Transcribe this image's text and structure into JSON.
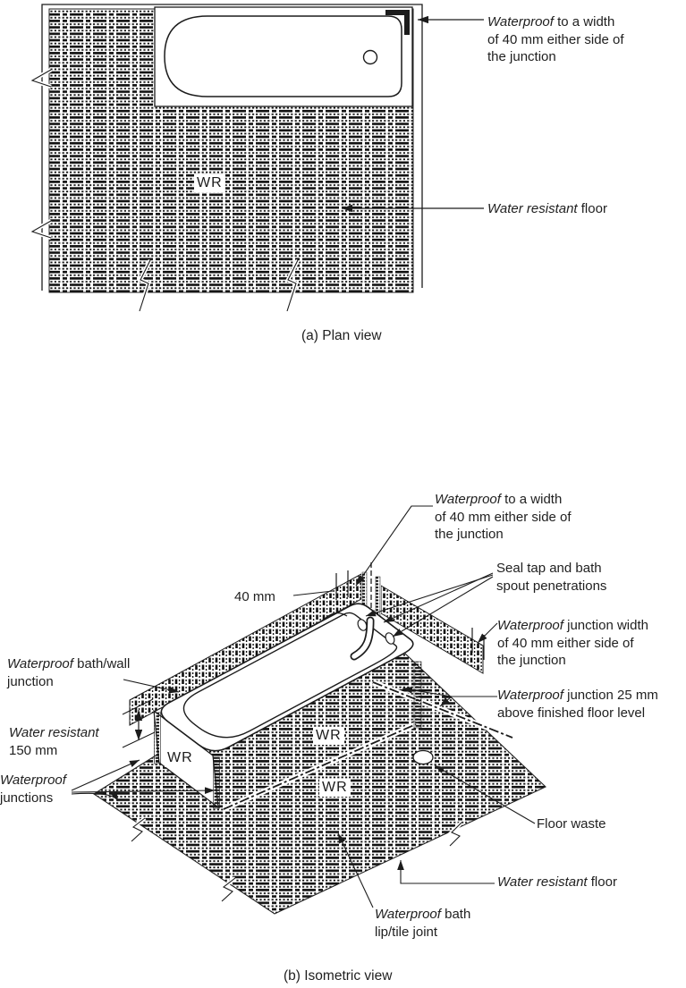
{
  "figure": {
    "colors": {
      "ink": "#1c1c1c",
      "paper": "#ffffff"
    },
    "plan": {
      "caption": "(a) Plan view",
      "wr": "WR",
      "labels": {
        "waterproof_junction": [
          [
            {
              "t": "Waterproof",
              "i": true
            },
            {
              "t": " to a width"
            }
          ],
          [
            {
              "t": "of 40 mm either side of"
            }
          ],
          [
            {
              "t": "the junction"
            }
          ]
        ],
        "water_resistant_floor": [
          [
            {
              "t": "Water resistant",
              "i": true
            },
            {
              "t": " floor"
            }
          ]
        ]
      }
    },
    "isometric": {
      "caption": "(b) Isometric view",
      "wr_floor_upper": "WR",
      "wr_end_wall": "WR",
      "wr_floor_main": "WR",
      "labels": {
        "waterproof_top": [
          [
            {
              "t": "Waterproof",
              "i": true
            },
            {
              "t": " to a width"
            }
          ],
          [
            {
              "t": "of 40 mm either side of"
            }
          ],
          [
            {
              "t": "the junction"
            }
          ]
        ],
        "seal_penetrations": [
          [
            {
              "t": "Seal tap and bath"
            }
          ],
          [
            {
              "t": "spout penetrations"
            }
          ]
        ],
        "junction_width": [
          [
            {
              "t": "Waterproof",
              "i": true
            },
            {
              "t": " junction width"
            }
          ],
          [
            {
              "t": "of 40 mm either side of"
            }
          ],
          [
            {
              "t": "the junction"
            }
          ]
        ],
        "junction_25mm": [
          [
            {
              "t": "Waterproof",
              "i": true
            },
            {
              "t": " junction 25 mm"
            }
          ],
          [
            {
              "t": "above finished floor level"
            }
          ]
        ],
        "dim_40mm": [
          [
            {
              "t": "40 mm"
            }
          ]
        ],
        "bath_wall_junction": [
          [
            {
              "t": "Waterproof",
              "i": true
            },
            {
              "t": " bath/wall"
            }
          ],
          [
            {
              "t": "junction"
            }
          ]
        ],
        "water_resistant_150": [
          [
            {
              "t": "Water resistant",
              "i": true
            }
          ],
          [
            {
              "t": "150 mm"
            }
          ]
        ],
        "waterproof_junctions": [
          [
            {
              "t": "Waterproof",
              "i": true
            }
          ],
          [
            {
              "t": "junctions"
            }
          ]
        ],
        "floor_waste": [
          [
            {
              "t": "Floor waste"
            }
          ]
        ],
        "water_resistant_floor": [
          [
            {
              "t": "Water resistant",
              "i": true
            },
            {
              "t": " floor"
            }
          ]
        ],
        "bath_lip_joint": [
          [
            {
              "t": "Waterproof",
              "i": true
            },
            {
              "t": " bath"
            }
          ],
          [
            {
              "t": "lip/tile joint"
            }
          ]
        ]
      }
    }
  }
}
